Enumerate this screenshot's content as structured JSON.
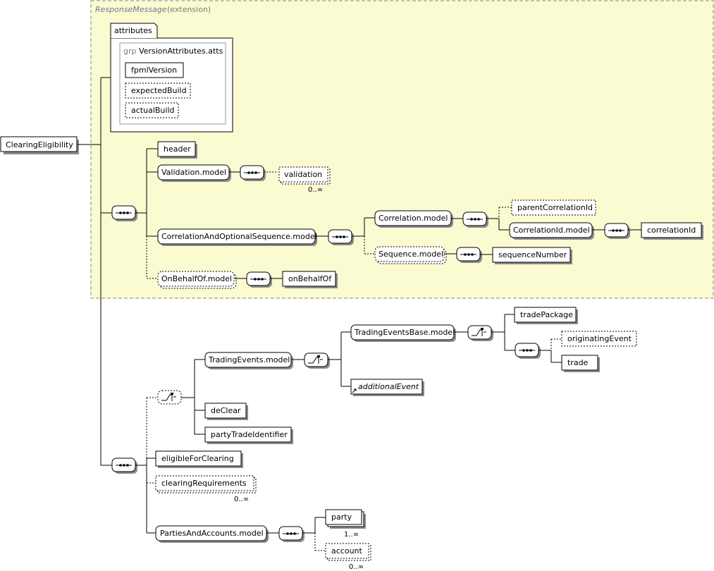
{
  "extension": {
    "base_name": "ResponseMessage",
    "base_suffix": "(extension)"
  },
  "attributes": {
    "tab_label": "attributes",
    "group_prefix": "grp",
    "group_name": "VersionAttributes.atts",
    "items": [
      "fpmlVersion",
      "expectedBuild",
      "actualBuild"
    ]
  },
  "root": {
    "label": "ClearingEligibility"
  },
  "header_seq": {
    "header": "header",
    "validation_model": "Validation.model",
    "validation": "validation",
    "validation_card": "0..∞",
    "correlation_seq_model": "CorrelationAndOptionalSequence.model",
    "correlation_model": "Correlation.model",
    "parent_correlation_id": "parentCorrelationId",
    "correlation_id_model": "CorrelationId.model",
    "correlation_id": "correlationId",
    "sequence_model": "Sequence.model",
    "sequence_number": "sequenceNumber",
    "on_behalf_of_model": "OnBehalfOf.model",
    "on_behalf_of": "onBehalfOf"
  },
  "body_seq": {
    "trading_events_model": "TradingEvents.model",
    "trading_events_base_model": "TradingEventsBase.model",
    "trade_package": "tradePackage",
    "originating_event": "originatingEvent",
    "trade": "trade",
    "additional_event": "additionalEvent",
    "de_clear": "deClear",
    "party_trade_identifier": "partyTradeIdentifier",
    "eligible_for_clearing": "eligibleForClearing",
    "clearing_requirements": "clearingRequirements",
    "clearing_requirements_card": "0..∞",
    "parties_and_accounts_model": "PartiesAndAccounts.model",
    "party": "party",
    "party_card": "1..∞",
    "account": "account",
    "account_card": "0..∞"
  },
  "colors": {
    "extension_fill": "#fbfbd2",
    "extension_border": "#8a8a6a",
    "node_fill": "#ffffff",
    "line": "#000000"
  },
  "icons": [
    "sequence-compositor-icon",
    "choice-compositor-icon",
    "reference-arrow-icon"
  ]
}
